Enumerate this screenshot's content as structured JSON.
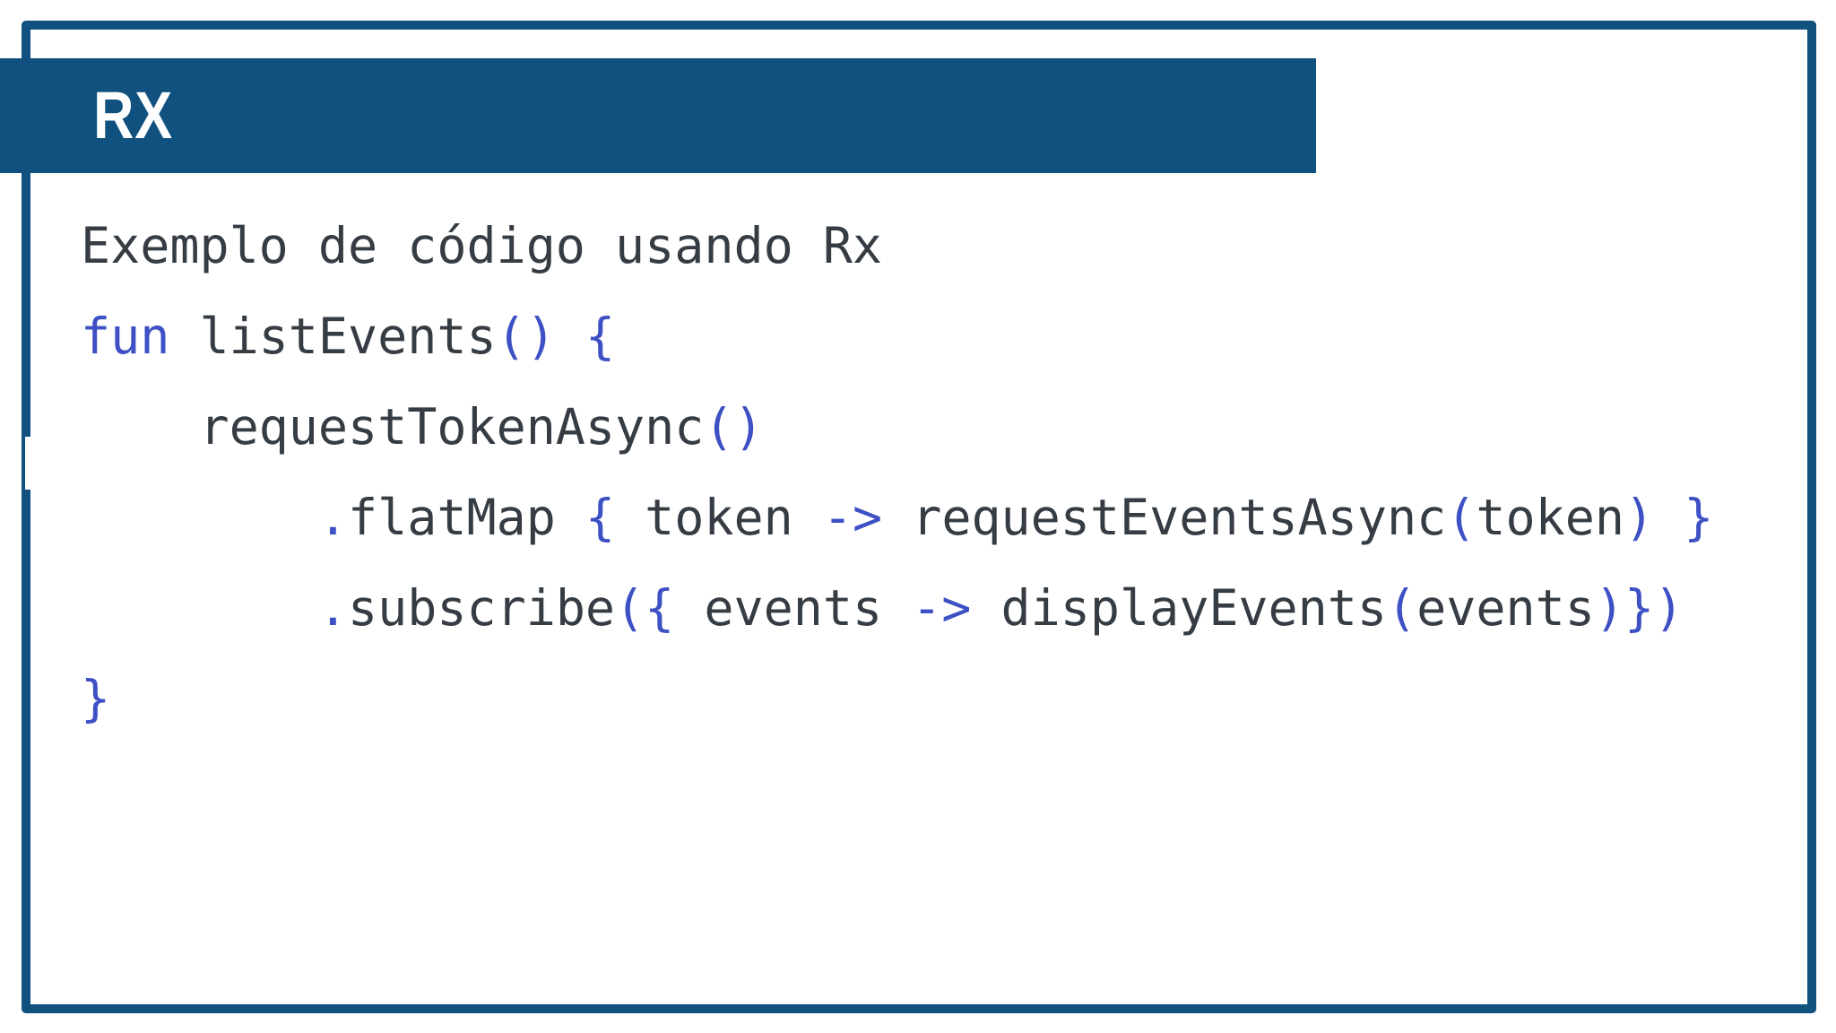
{
  "slide": {
    "title": "RX",
    "colors": {
      "navy": "#10517F",
      "code_text": "#353C43",
      "keyword_blue": "#3D50C4",
      "background": "#FFFFFF",
      "title_text": "#FFFFFF"
    },
    "code": {
      "lines": [
        [
          {
            "t": "Exemplo de código usando Rx",
            "c": "d"
          }
        ],
        [
          {
            "t": "fun",
            "c": "k"
          },
          {
            "t": " listEvents",
            "c": "d"
          },
          {
            "t": "()",
            "c": "k"
          },
          {
            "t": " ",
            "c": "d"
          },
          {
            "t": "{",
            "c": "k"
          }
        ],
        [
          {
            "t": "    requestTokenAsync",
            "c": "d"
          },
          {
            "t": "()",
            "c": "k"
          }
        ],
        [
          {
            "t": "        ",
            "c": "d"
          },
          {
            "t": ".",
            "c": "k"
          },
          {
            "t": "flatMap ",
            "c": "d"
          },
          {
            "t": "{",
            "c": "k"
          },
          {
            "t": " token ",
            "c": "d"
          },
          {
            "t": "->",
            "c": "k"
          },
          {
            "t": " requestEventsAsync",
            "c": "d"
          },
          {
            "t": "(",
            "c": "k"
          },
          {
            "t": "token",
            "c": "d"
          },
          {
            "t": ")",
            "c": "k"
          },
          {
            "t": " ",
            "c": "d"
          },
          {
            "t": "}",
            "c": "k"
          }
        ],
        [
          {
            "t": "        ",
            "c": "d"
          },
          {
            "t": ".",
            "c": "k"
          },
          {
            "t": "subscribe",
            "c": "d"
          },
          {
            "t": "({",
            "c": "k"
          },
          {
            "t": " events ",
            "c": "d"
          },
          {
            "t": "->",
            "c": "k"
          },
          {
            "t": " displayEvents",
            "c": "d"
          },
          {
            "t": "(",
            "c": "k"
          },
          {
            "t": "events",
            "c": "d"
          },
          {
            "t": ")})",
            "c": "k"
          }
        ],
        [
          {
            "t": "}",
            "c": "k"
          }
        ]
      ]
    }
  }
}
